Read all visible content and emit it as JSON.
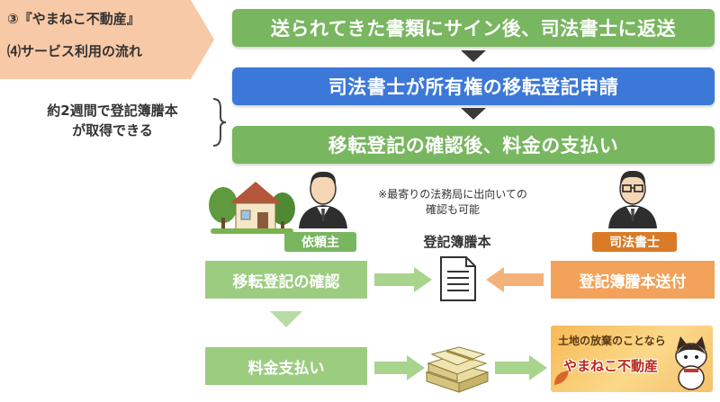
{
  "title": {
    "line1": "③『やまねこ不動産』",
    "line2": "⑷サービス利用の流れ",
    "bg_color": "#f8c9a6"
  },
  "flow": {
    "step1": "送られてきた書類にサイン後、司法書士に返送",
    "step2": "司法書士が所有権の移転登記申請",
    "step3": "移転登記の確認後、料金の支払い"
  },
  "side_note": {
    "line1": "約2週間で登記簿謄本",
    "line2": "が取得できる"
  },
  "client": {
    "label": "依頼主",
    "color": "#78b660"
  },
  "scrivener": {
    "label": "司法書士",
    "color": "#d97b26"
  },
  "note_small": {
    "line1": "※最寄りの法務局に出向いての",
    "line2": "確認も可能"
  },
  "document_label": "登記簿謄本",
  "boxes": {
    "confirm": "移転登記の確認",
    "send": "登記簿謄本送付",
    "payment": "料金支払い"
  },
  "brand_tile": {
    "line1": "土地の放棄のことなら",
    "line2": "やまねこ不動産"
  },
  "icons": [
    "house-icon",
    "client-person-icon",
    "scrivener-person-icon",
    "document-icon",
    "money-stack-icon",
    "cat-icon"
  ]
}
